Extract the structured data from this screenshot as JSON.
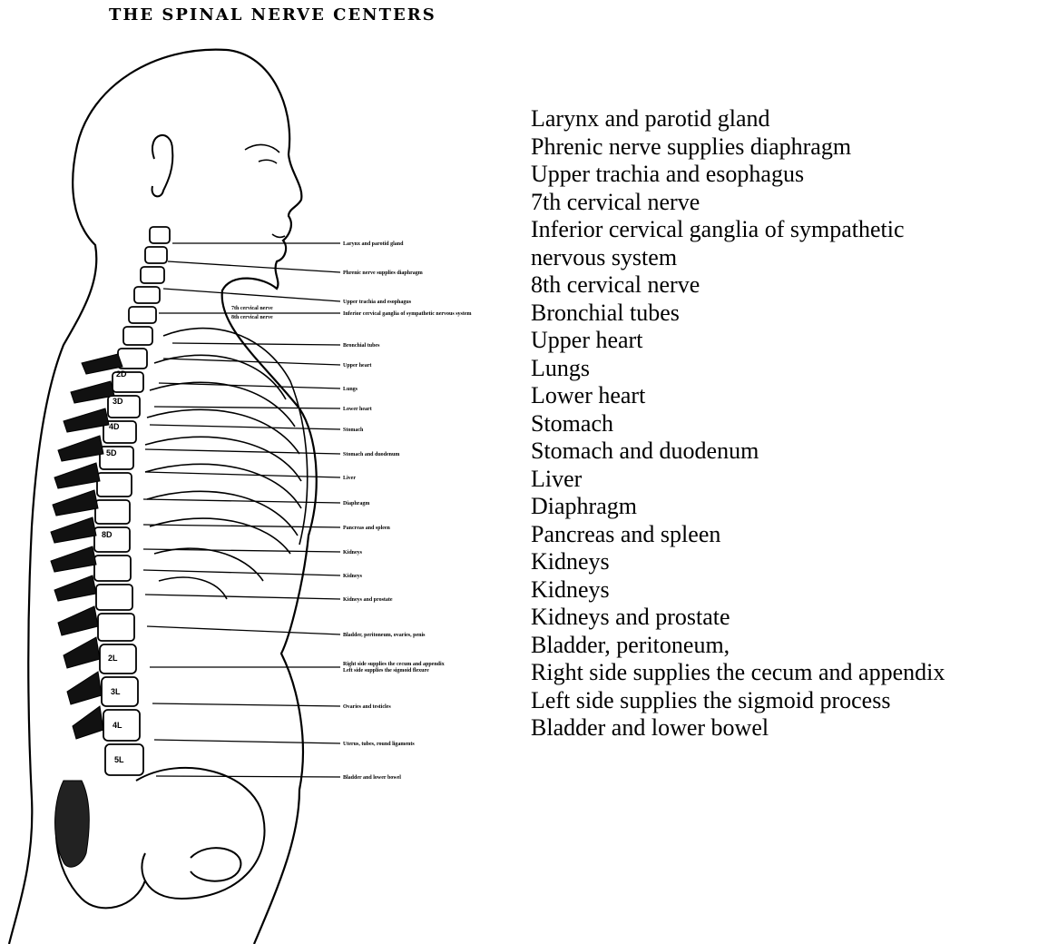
{
  "title": "THE SPINAL NERVE CENTERS",
  "small_labels": [
    "Larynx and parotid gland",
    "Phrenic nerve supplies diaphragm",
    "Upper trachia and esophagus",
    "Inferior cervical ganglia of sympathetic nervous system",
    "Bronchial tubes",
    "Upper heart",
    "Lungs",
    "Lower heart",
    "Stomach",
    "Stomach and duodenum",
    "Liver",
    "Diaphragm",
    "Pancreas and spleen",
    "Kidneys",
    "Kidneys",
    "Kidneys and prostate",
    "Bladder, peritoneum, ovaries, penis",
    "Right side supplies the cecum and appendix",
    "Left side supplies the sigmoid flexure",
    "Ovaries and testicles",
    "Uterus, tubes, round ligaments",
    "Bladder and lower bowel"
  ],
  "side_labels": [
    "7th cervical nerve",
    "8th cervical nerve"
  ],
  "vertebra_labels": [
    "2D",
    "3D",
    "4D",
    "5D",
    "8D",
    "2L",
    "3L",
    "4L",
    "5L"
  ],
  "legend": [
    "Larynx and parotid gland",
    "Phrenic nerve supplies diaphragm",
    "Upper trachia and esophagus",
    "7th cervical nerve",
    "Inferior cervical ganglia of sympathetic",
    "nervous system",
    "8th cervical nerve",
    "Bronchial tubes",
    "Upper heart",
    "Lungs",
    "Lower heart",
    "Stomach",
    "Stomach and duodenum",
    "Liver",
    "Diaphragm",
    "Pancreas and spleen",
    "Kidneys",
    "Kidneys",
    "Kidneys and prostate",
    "Bladder, peritoneum,",
    "Right side supplies the cecum and appendix",
    "Left side supplies the sigmoid process",
    "Bladder and lower bowel"
  ]
}
